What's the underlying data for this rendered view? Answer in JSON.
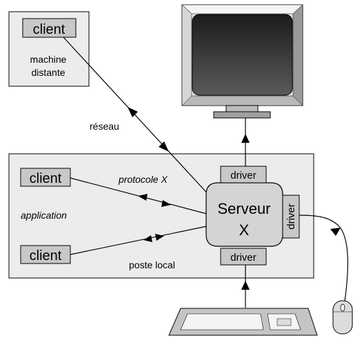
{
  "remote": {
    "client_label": "client",
    "machine_label_line1": "machine",
    "machine_label_line2": "distante"
  },
  "network_label": "réseau",
  "local": {
    "protocol_label": "protocole X",
    "application_label": "application",
    "client_top_label": "client",
    "client_bottom_label": "client",
    "post_label": "poste local"
  },
  "server": {
    "line1": "Serveur",
    "line2": "X",
    "driver_top": "driver",
    "driver_right": "driver",
    "driver_bottom": "driver"
  },
  "colors": {
    "panel": "#ececec",
    "client_box": "#c8c8c8",
    "server_fill": "#d4d4d4",
    "monitor_frame": "#e6e6e6",
    "screen_dark": "#2a2a2a",
    "device_gray": "#bdbdbd",
    "stroke": "#000000"
  }
}
